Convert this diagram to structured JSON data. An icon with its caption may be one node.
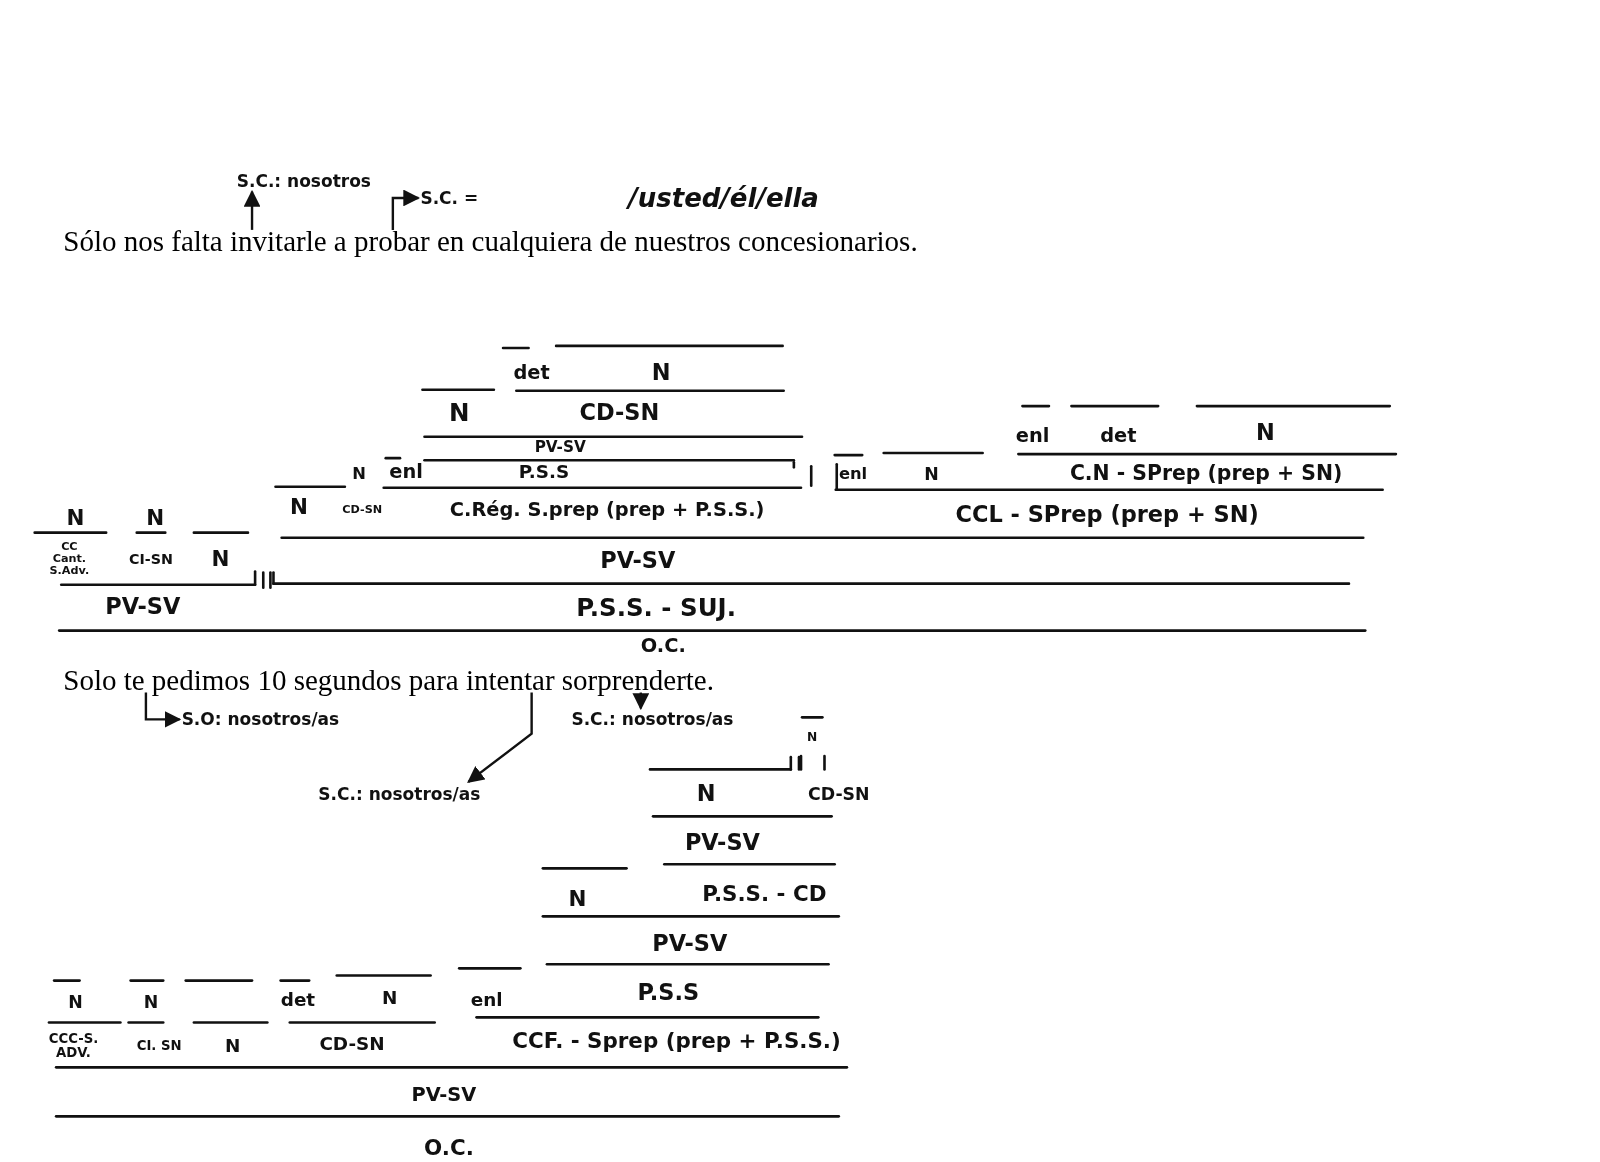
{
  "diagram": {
    "nodes": [
      {
        "text": [
          "Sólo nos falta invitarle a probar en cualquiera de nuestros concesionarios."
        ]
      },
      {
        "text": [
          "Solo te pedimos 10 segundos para intentar sorprenderte."
        ]
      },
      {
        "text": [
          "S.C.: nosotros"
        ]
      },
      {
        "text": [
          "S.C. =",
          "/usted/él/ella"
        ]
      },
      {
        "text": [
          "S.O: nosotros/as"
        ]
      },
      {
        "text": [
          "S.C.: nosotros/as"
        ]
      },
      {
        "text": [
          "S.C.: nosotros/as"
        ]
      }
    ],
    "edges": [
      {
        "from": 0,
        "to": 2,
        "arrow": "to"
      },
      {
        "from": 0,
        "to": 3,
        "arrow": "to"
      },
      {
        "from": 1,
        "to": 4,
        "arrow": "to"
      },
      {
        "from": 1,
        "to": 5,
        "arrow": "to"
      },
      {
        "from": 1,
        "to": 6,
        "arrow": "to"
      }
    ],
    "labels": [
      "det",
      "N",
      "N",
      "CD-SN",
      "PV-SV",
      "enl",
      "det",
      "N",
      "N",
      "enl",
      "P.S.S",
      "enl",
      "N",
      "C.N - SPrep (prep + SN)",
      "N",
      "N",
      "N",
      "CD-SN",
      "C.Rég. S.prep (prep + P.S.S.)",
      "CCL - SPrep (prep + SN)",
      "CC Cant. S.Adv.",
      "CI-SN",
      "N",
      "PV-SV",
      "PV-SV",
      "P.S.S. - SUJ.",
      "O.C.",
      "N",
      "N",
      "CD-SN",
      "PV-SV",
      "N",
      "P.S.S. - CD",
      "PV-SV",
      "N",
      "N",
      "det",
      "N",
      "enl",
      "P.S.S",
      "CCC-S. ADV.",
      "CI. SN",
      "N",
      "CD-SN",
      "CCF. - Sprep (prep + P.S.S.)",
      "PV-SV",
      "O.C."
    ]
  }
}
